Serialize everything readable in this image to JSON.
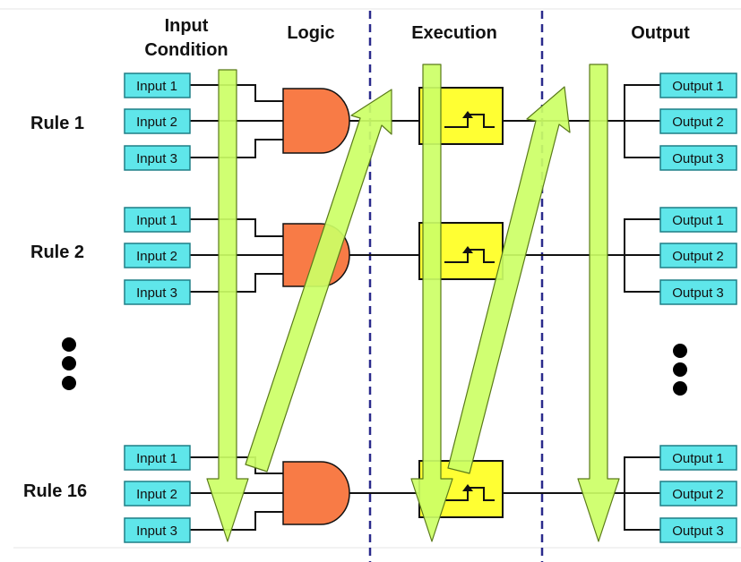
{
  "headers": {
    "input_line1": "Input",
    "input_line2": "Condition",
    "logic": "Logic",
    "execution": "Execution",
    "output": "Output"
  },
  "rules": [
    {
      "label": "Rule 1",
      "inputs": [
        "Input 1",
        "Input 2",
        "Input 3"
      ],
      "outputs": [
        "Output 1",
        "Output 2",
        "Output 3"
      ]
    },
    {
      "label": "Rule 2",
      "inputs": [
        "Input 1",
        "Input 2",
        "Input 3"
      ],
      "outputs": [
        "Output 1",
        "Output 2",
        "Output 3"
      ]
    },
    {
      "label": "Rule 16",
      "inputs": [
        "Input 1",
        "Input 2",
        "Input 3"
      ],
      "outputs": [
        "Output 1",
        "Output 2",
        "Output 3"
      ]
    }
  ],
  "colors": {
    "io_box_fill": "#5fe6ea",
    "io_box_stroke": "#1f7f86",
    "and_gate": "#f87b46",
    "timer_block": "#ffff33",
    "flow_arrow": "#ccff66",
    "flow_arrow_stroke": "#5a7a1a",
    "divider": "#2a2a8c"
  },
  "icons": {
    "and_gate": "and-gate-icon",
    "timer": "step-timer-icon",
    "ellipsis": "vertical-ellipsis-icon"
  }
}
